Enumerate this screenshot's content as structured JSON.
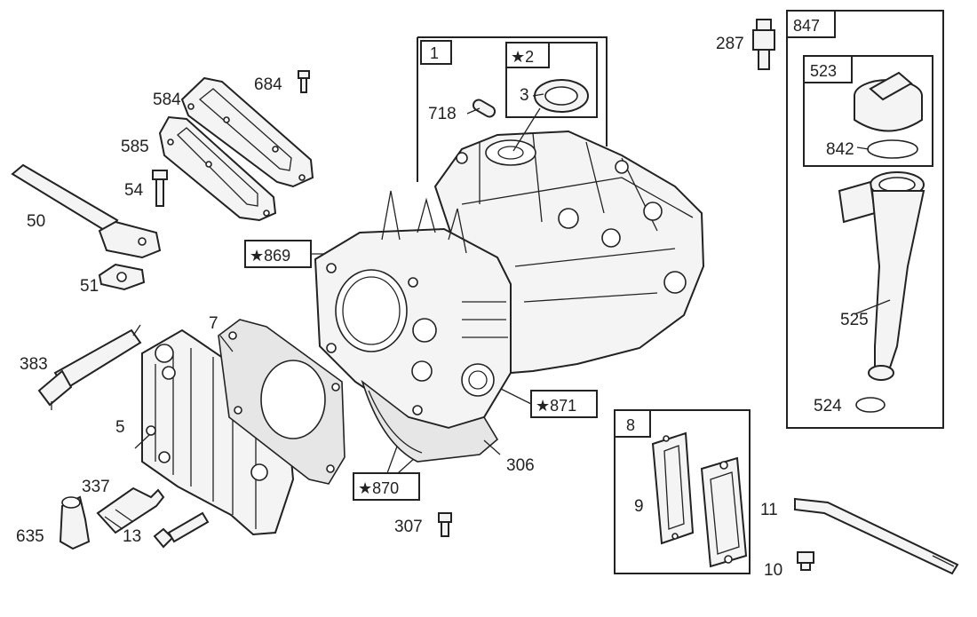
{
  "labels": {
    "l1": "1",
    "l2": "★2",
    "l3": "3",
    "l5": "5",
    "l7": "7",
    "l8": "8",
    "l9": "9",
    "l10": "10",
    "l11": "11",
    "l13": "13",
    "l50": "50",
    "l51": "51",
    "l54": "54",
    "l287": "287",
    "l306": "306",
    "l307": "307",
    "l337": "337",
    "l383": "383",
    "l523": "523",
    "l524": "524",
    "l525": "525",
    "l584": "584",
    "l585": "585",
    "l635": "635",
    "l684": "684",
    "l718": "718",
    "l842": "842",
    "l847": "847",
    "l869": "★869",
    "l870": "★870",
    "l871": "★871"
  }
}
